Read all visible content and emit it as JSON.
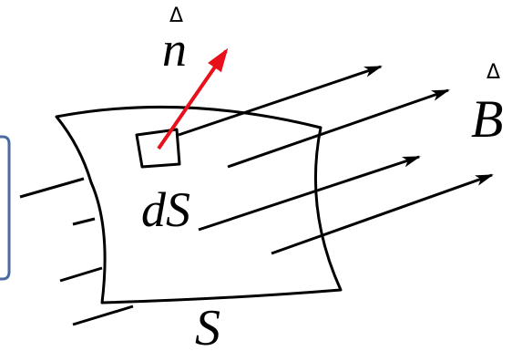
{
  "labels": {
    "normal_vector": "n",
    "magnetic_field": "B",
    "area_element": "dS",
    "surface": "S"
  },
  "vector_mark": "Δ",
  "colors": {
    "normal_arrow": "#e8101a",
    "field_lines": "#000000",
    "surface_outline": "#000000",
    "side_box_border": "#4a6aa0",
    "background": "#ffffff"
  },
  "field_line_count": 8
}
